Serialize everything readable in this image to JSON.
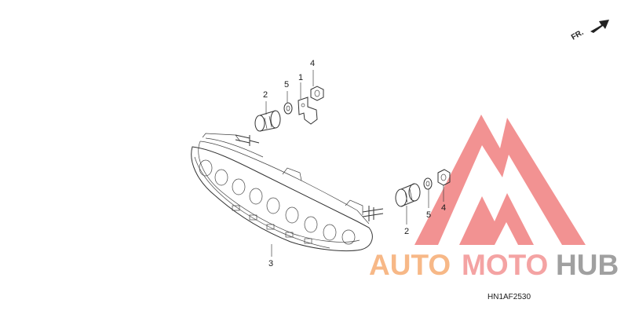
{
  "callouts": {
    "c1": "1",
    "c2a": "2",
    "c2b": "2",
    "c3": "3",
    "c4a": "4",
    "c4b": "4",
    "c5a": "5",
    "c5b": "5"
  },
  "direction_label": "FR.",
  "diagram_code": "HN1AF2530",
  "watermark": {
    "word1": "AUTO",
    "word2": "MOTO",
    "word3": "HUB",
    "color_orange": "#f7b887",
    "color_pink": "#f4a3a3",
    "color_grey": "#a0a0a0",
    "logo_color": "#f07f7f"
  }
}
